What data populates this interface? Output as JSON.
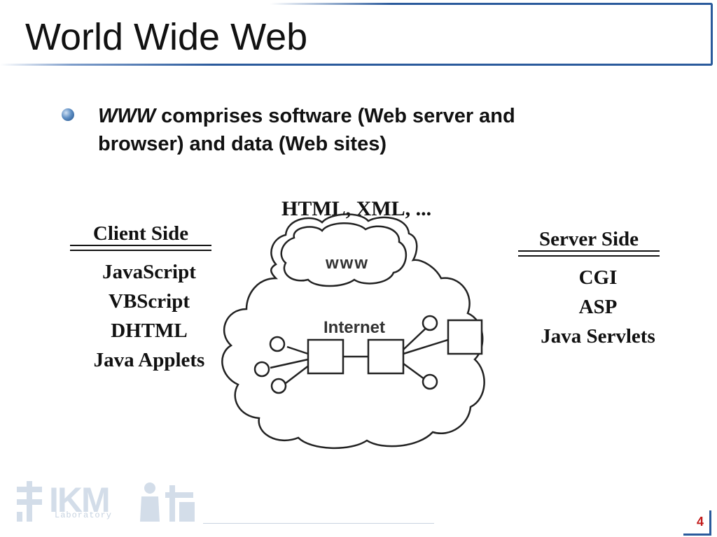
{
  "slide": {
    "title": "World Wide Web",
    "bullet": {
      "emphasis": "WWW",
      "text": " comprises software (Web server and browser) and data (Web sites)"
    },
    "content_label": "HTML, XML, ...",
    "client": {
      "heading": "Client Side",
      "items": [
        "JavaScript",
        "VBScript",
        "DHTML",
        "Java Applets"
      ]
    },
    "server": {
      "heading": "Server Side",
      "items": [
        "CGI",
        "ASP",
        "Java Servlets"
      ]
    },
    "diagram": {
      "www_label": "www",
      "internet_label": "Internet"
    },
    "logo": {
      "text": "IKM",
      "sub": "Laboratory"
    },
    "page_number": "4",
    "colors": {
      "frame": "#2a5a9c",
      "page_number": "#c21a1a",
      "logo": "#d3dde9"
    }
  }
}
